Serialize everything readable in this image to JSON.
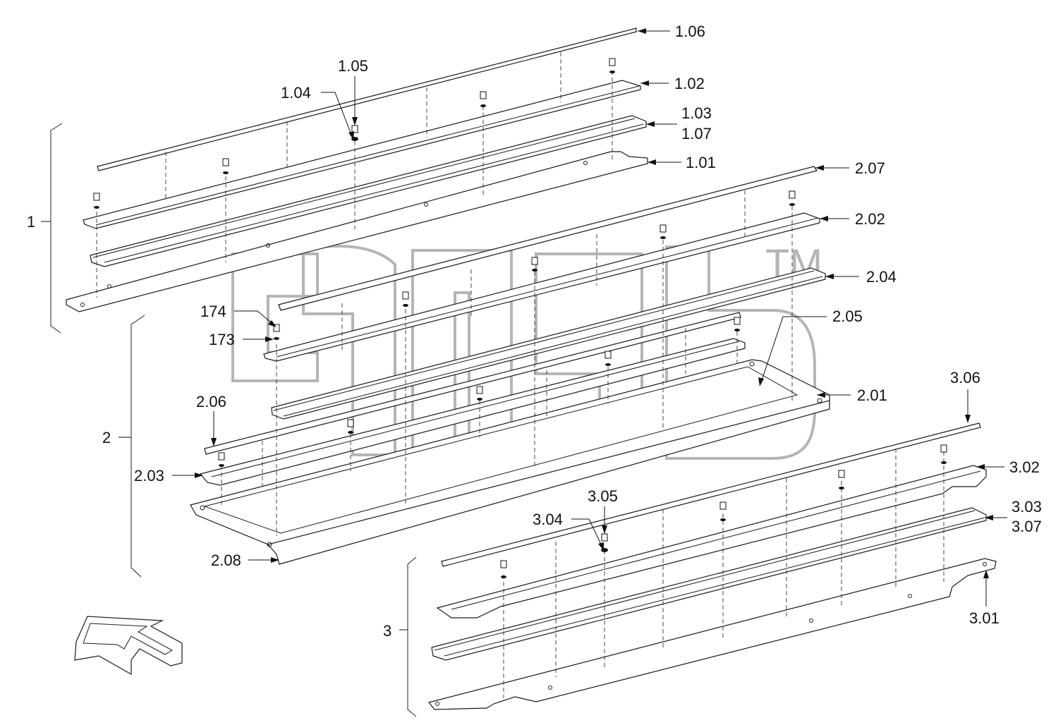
{
  "diagram": {
    "watermark_tm": "TM",
    "groups": [
      {
        "id": "group-1",
        "label": "1"
      },
      {
        "id": "group-2",
        "label": "2"
      },
      {
        "id": "group-3",
        "label": "3"
      }
    ],
    "callouts": [
      "1.06",
      "1.05",
      "1.04",
      "1.02",
      "1.03",
      "1.07",
      "1.01",
      "2.07",
      "2.02",
      "2.04",
      "2.05",
      "174",
      "173",
      "2.01",
      "2.06",
      "2.03",
      "2.08",
      "3.06",
      "3.02",
      "3.05",
      "3.04",
      "3.03",
      "3.07",
      "3.01"
    ]
  },
  "colors": {
    "line": "#1a1a1a",
    "watermark": "#b5b5b5",
    "background": "#ffffff"
  }
}
